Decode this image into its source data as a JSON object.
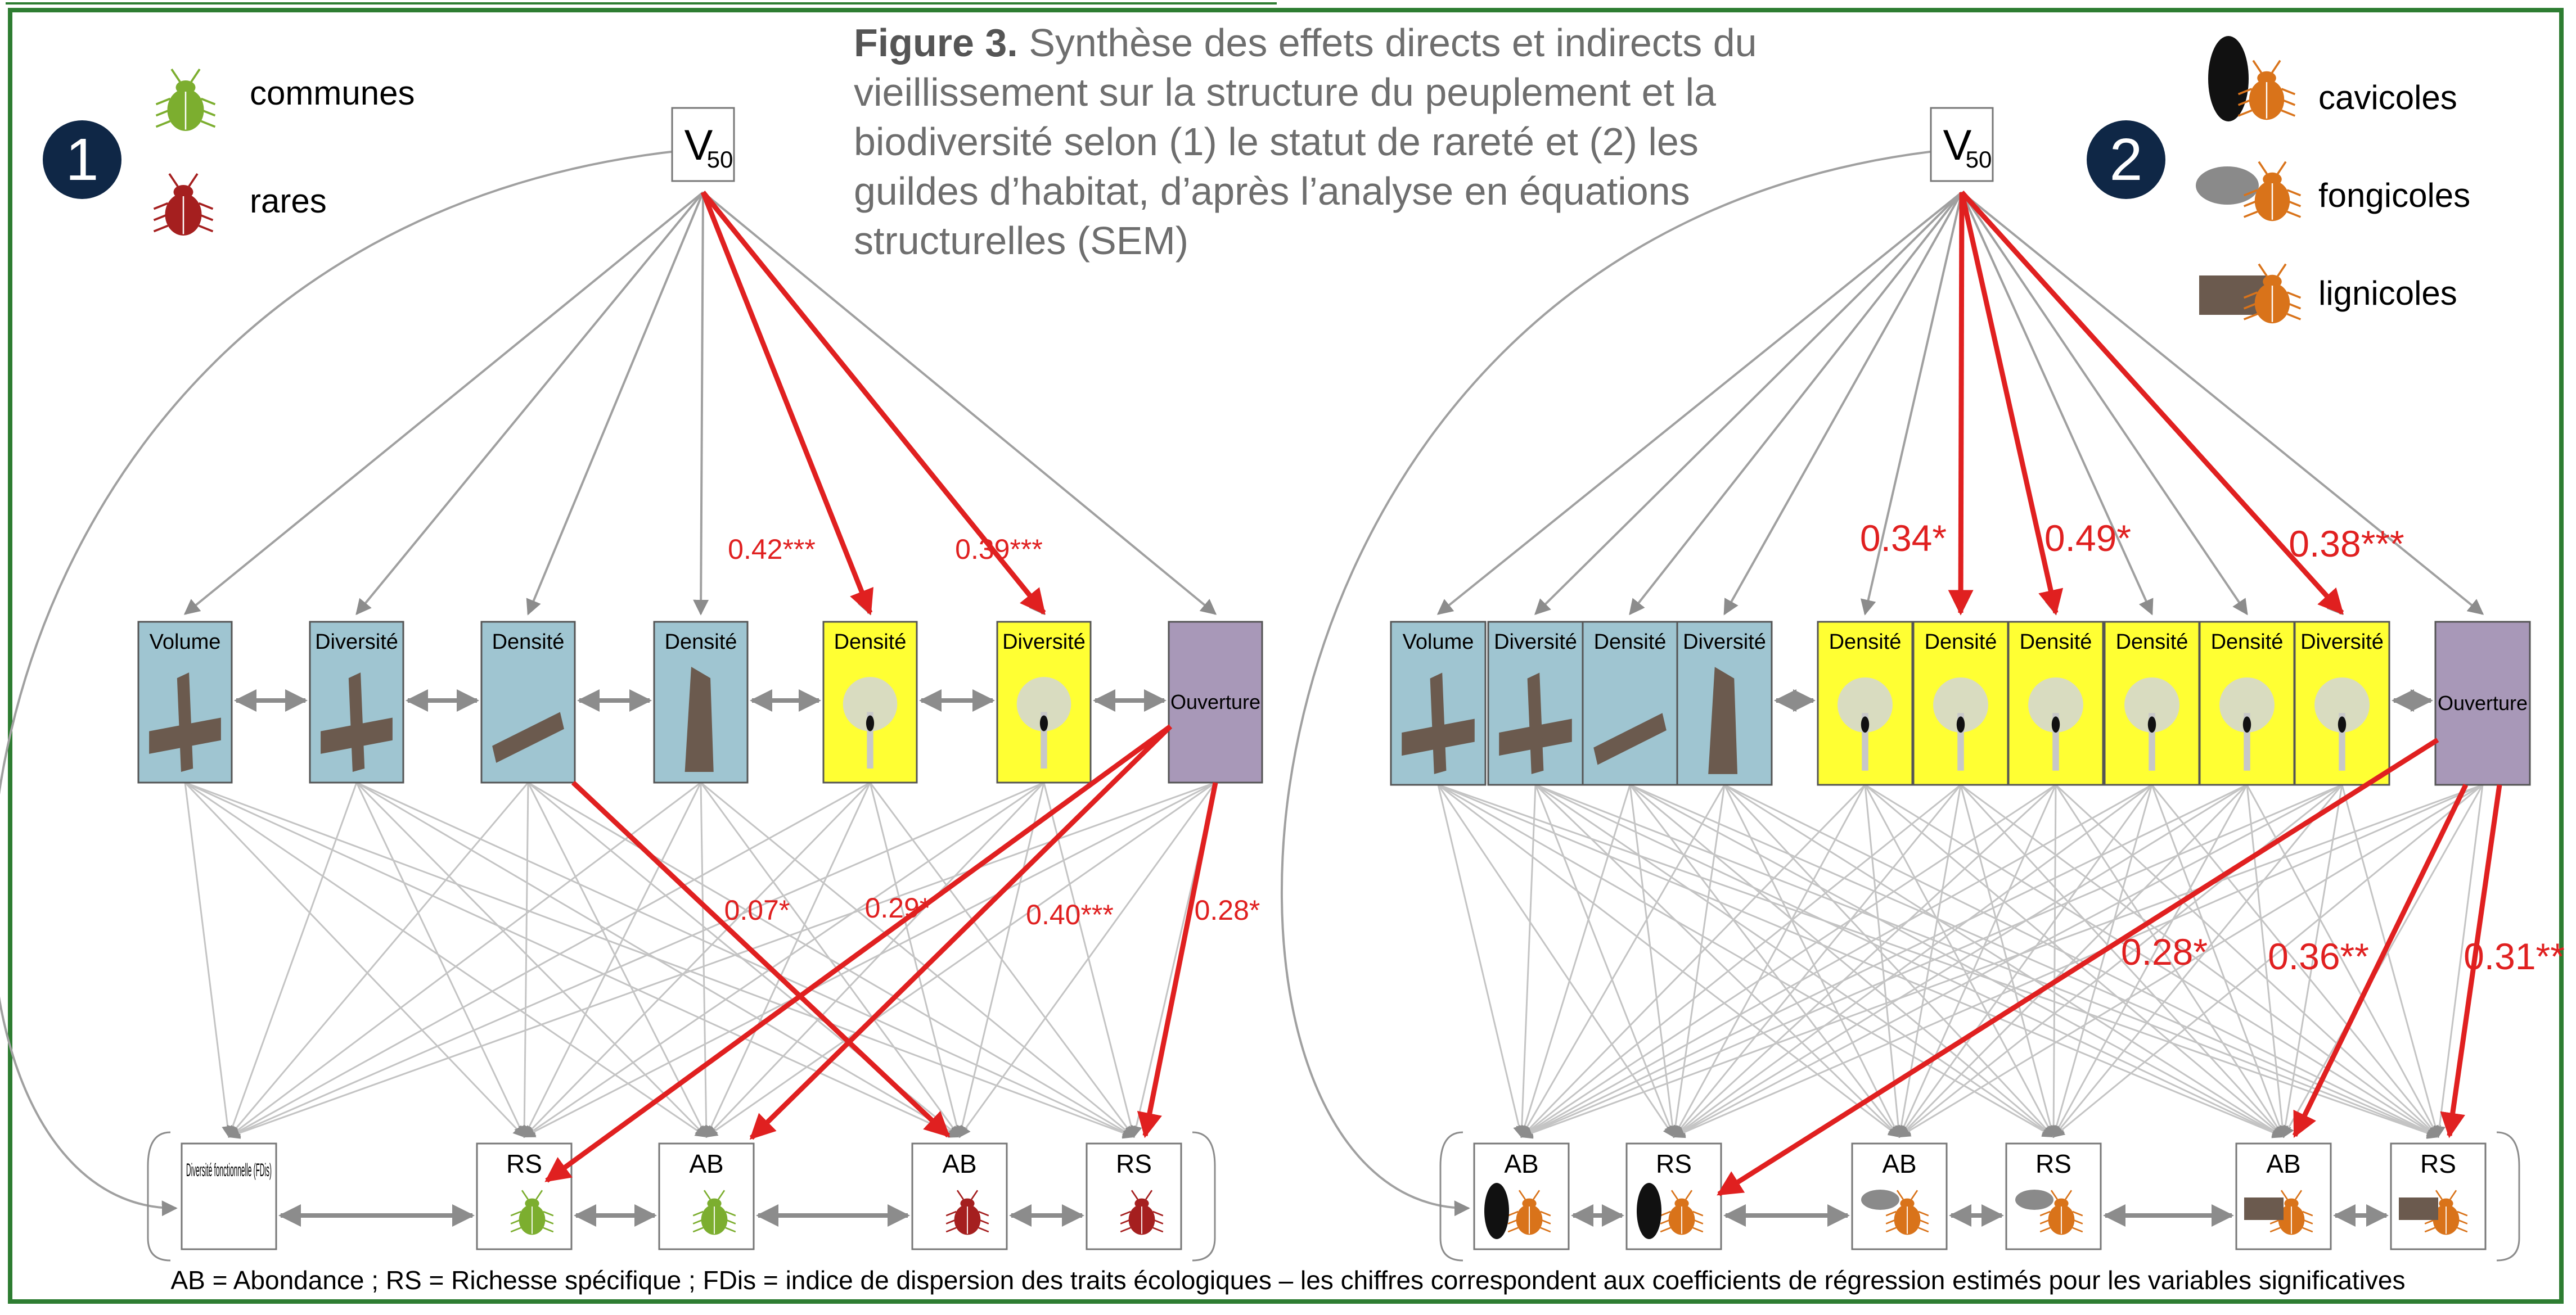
{
  "caption": {
    "title": "Figure 3.",
    "text": "Synthèse des effets directs et indirects du vieillissement sur la structure du peuplement et la biodiversité selon (1) le statut de rareté et (2) les guildes d’habitat, d’après l’analyse en équations structurelles (SEM)"
  },
  "footer": "AB = Abondance ; RS = Richesse spécifique ; FDis = indice de dispersion des traits écologiques – les chiffres correspondent aux coefficients de régression estimés pour les variables significatives",
  "colors": {
    "border": "#2e7d32",
    "blue": "#9fc5d1",
    "yellow": "#ffff33",
    "purple": "#a898b8",
    "red": "#e02020",
    "gray": "#a0a0a0",
    "green_beetle": "#7cae2f",
    "red_beetle": "#a51f1f",
    "orange_beetle": "#d9731a",
    "badge": "#0f2746"
  },
  "panel1": {
    "number": "1",
    "legend": [
      {
        "label": "communes",
        "icon": "beetle-green-icon"
      },
      {
        "label": "rares",
        "icon": "beetle-red-icon"
      }
    ],
    "root": {
      "label": "V",
      "sub": "50"
    },
    "middle": [
      {
        "label": "Volume",
        "icon": "deadwood-log-icon",
        "color": "blue"
      },
      {
        "label": "Diversité",
        "icon": "deadwood-log-icon",
        "color": "blue"
      },
      {
        "label": "Densité",
        "icon": "lying-log-icon",
        "color": "blue"
      },
      {
        "label": "Densité",
        "icon": "snag-icon",
        "color": "blue"
      },
      {
        "label": "Densité",
        "icon": "habitat-tree-icon",
        "color": "yellow"
      },
      {
        "label": "Diversité",
        "icon": "habitat-tree-icon",
        "color": "yellow"
      },
      {
        "label": "Ouverture",
        "icon": "",
        "color": "purple"
      }
    ],
    "bottom": [
      {
        "label": "Diversité fonctionnelle (FDis)",
        "icon": ""
      },
      {
        "label": "RS",
        "icon": "beetle-green-icon"
      },
      {
        "label": "AB",
        "icon": "beetle-green-icon"
      },
      {
        "label": "AB",
        "icon": "beetle-red-icon"
      },
      {
        "label": "RS",
        "icon": "beetle-red-icon"
      }
    ],
    "coefficients": [
      "0.42***",
      "0.39***",
      "0.07*",
      "0.29*",
      "0.40***",
      "0.28*"
    ]
  },
  "panel2": {
    "number": "2",
    "legend": [
      {
        "label": "cavicoles",
        "icon": "cavity-icon"
      },
      {
        "label": "fongicoles",
        "icon": "fungus-icon"
      },
      {
        "label": "lignicoles",
        "icon": "wood-icon"
      }
    ],
    "root": {
      "label": "V",
      "sub": "50"
    },
    "middle": [
      {
        "label": "Volume",
        "icon": "deadwood-log-icon",
        "color": "blue"
      },
      {
        "label": "Diversité",
        "icon": "deadwood-log-icon",
        "color": "blue"
      },
      {
        "label": "Densité",
        "icon": "lying-log-icon",
        "color": "blue"
      },
      {
        "label": "Diversité",
        "icon": "snag-icon",
        "color": "blue"
      },
      {
        "label": "Densité",
        "icon": "habitat-tree-icon",
        "color": "yellow"
      },
      {
        "label": "Densité",
        "icon": "habitat-tree-icon",
        "color": "yellow"
      },
      {
        "label": "Densité",
        "icon": "habitat-tree-icon",
        "color": "yellow"
      },
      {
        "label": "Densité",
        "icon": "habitat-tree-icon",
        "color": "yellow"
      },
      {
        "label": "Densité",
        "icon": "habitat-tree-icon",
        "color": "yellow"
      },
      {
        "label": "Diversité",
        "icon": "habitat-tree-icon",
        "color": "yellow"
      },
      {
        "label": "Ouverture",
        "icon": "",
        "color": "purple"
      }
    ],
    "bottom": [
      {
        "label": "AB",
        "icon": "cavity-beetle-icon"
      },
      {
        "label": "RS",
        "icon": "cavity-beetle-icon"
      },
      {
        "label": "AB",
        "icon": "fungus-beetle-icon"
      },
      {
        "label": "RS",
        "icon": "fungus-beetle-icon"
      },
      {
        "label": "AB",
        "icon": "wood-beetle-icon"
      },
      {
        "label": "RS",
        "icon": "wood-beetle-icon"
      }
    ],
    "coefficients": [
      "0.34*",
      "0.49*",
      "0.38***",
      "0.28*",
      "0.36**",
      "0.31**"
    ]
  }
}
